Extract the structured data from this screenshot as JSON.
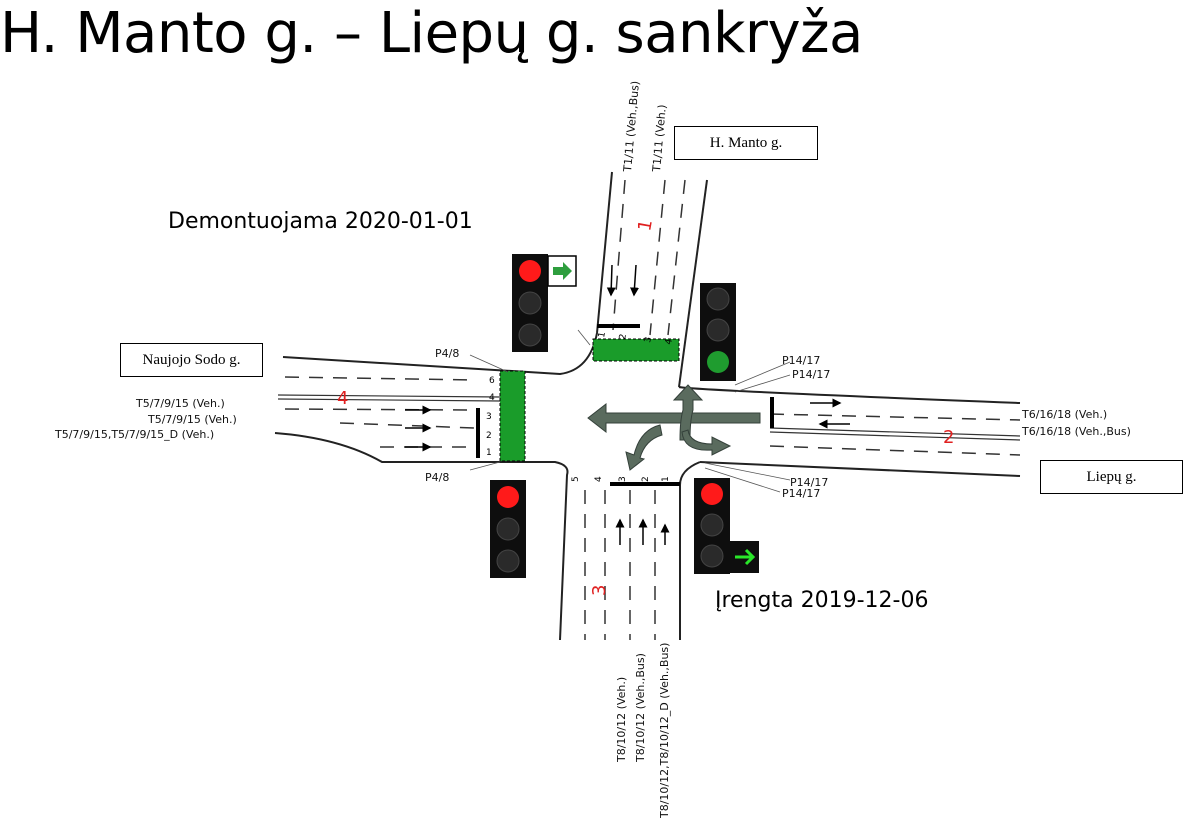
{
  "title": "H. Manto g. – Liepų g. sankryža",
  "notes": {
    "removed": "Demontuojama 2020-01-01",
    "installed": "Įrengta 2019-12-06"
  },
  "streets": {
    "north": "H. Manto g.",
    "west": "Naujojo Sodo g.",
    "east": "Liepų g."
  },
  "approach_numbers": {
    "north": "1",
    "east": "2",
    "south": "3",
    "west": "4"
  },
  "detectors": {
    "north": [
      "T1/11 (Veh.,Bus)",
      "T1/11 (Veh.)"
    ],
    "west": [
      "T5/7/9/15 (Veh.)",
      "T5/7/9/15 (Veh.)",
      "T5/7/9/15,T5/7/9/15_D (Veh.)"
    ],
    "east": [
      "T6/16/18 (Veh.)",
      "T6/16/18 (Veh.,Bus)"
    ],
    "south": [
      "T8/10/12 (Veh.)",
      "T8/10/12 (Veh.,Bus)",
      "T8/10/12,T8/10/12_D (Veh.,Bus)"
    ]
  },
  "pedestrian_signals": {
    "nw": "P4/8",
    "sw": "P4/8",
    "ne_1": "P14/17",
    "ne_2": "P14/17",
    "se_1": "P14/17",
    "se_2": "P14/17"
  },
  "lane_numbers": {
    "north": [
      "1",
      "2",
      "3",
      "4"
    ],
    "west": [
      "6",
      "4",
      "3",
      "2",
      "1"
    ],
    "south": [
      "5",
      "4",
      "3",
      "2",
      "1"
    ]
  },
  "traffic_lights": {
    "removed_light": {
      "lamps": [
        "red",
        "off",
        "off"
      ],
      "arrow": "right",
      "arrow_color": "#2e9e3e"
    },
    "ne_light": {
      "lamps": [
        "off",
        "off",
        "green"
      ]
    },
    "sw_light": {
      "lamps": [
        "red",
        "off",
        "off"
      ]
    },
    "installed_light": {
      "lamps": [
        "red",
        "off",
        "off"
      ],
      "arrow": "right",
      "arrow_color": "#29e629"
    }
  },
  "colors": {
    "crosswalk": "#1a9c2a",
    "lamp_red": "#ff1a1a",
    "lamp_green": "#1f9c2f",
    "lamp_off": "#2a2a2a",
    "housing": "#0e0e0e",
    "approach_number": "#e02020",
    "flow_arrows": "#5a6b5e"
  }
}
